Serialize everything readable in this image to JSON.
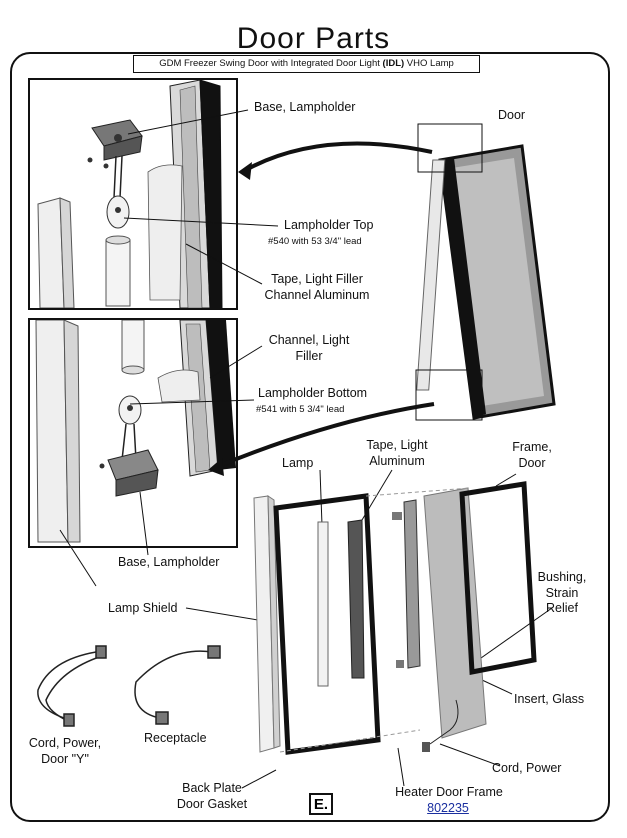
{
  "title": "Door Parts",
  "subtitle_parts": [
    "GDM  Freezer Swing Door with Integrated Door Light ",
    "(IDL)",
    " VHO Lamp"
  ],
  "labels": {
    "base_lampholder_top": "Base, Lampholder",
    "door": "Door",
    "lampholder_top": "Lampholder Top",
    "lampholder_top_note": "#540 with 53 3/4\" lead",
    "tape_light_filler": "Tape, Light Filler",
    "channel_aluminum": "Channel Aluminum",
    "channel_light": "Channel, Light",
    "filler": "Filler",
    "lampholder_bottom": "Lampholder Bottom",
    "lampholder_bottom_note": "#541 with 5 3/4\" lead",
    "base_lampholder_bottom": "Base, Lampholder",
    "lamp": "Lamp",
    "tape_light": "Tape, Light",
    "aluminum": "Aluminum",
    "frame": "Frame,",
    "frame_door": "Door",
    "lamp_shield": "Lamp Shield",
    "bushing": "Bushing,",
    "strain": "Strain",
    "relief": "Relief",
    "insert_glass": "Insert, Glass",
    "cord_power_door": "Cord, Power,",
    "door_y": "Door \"Y\"",
    "receptacle": "Receptacle",
    "cord_power": "Cord, Power",
    "back_plate": "Back Plate",
    "door_gasket": "Door Gasket",
    "heater_door_frame": "Heater Door Frame",
    "part_number": "802235",
    "section": "E."
  }
}
